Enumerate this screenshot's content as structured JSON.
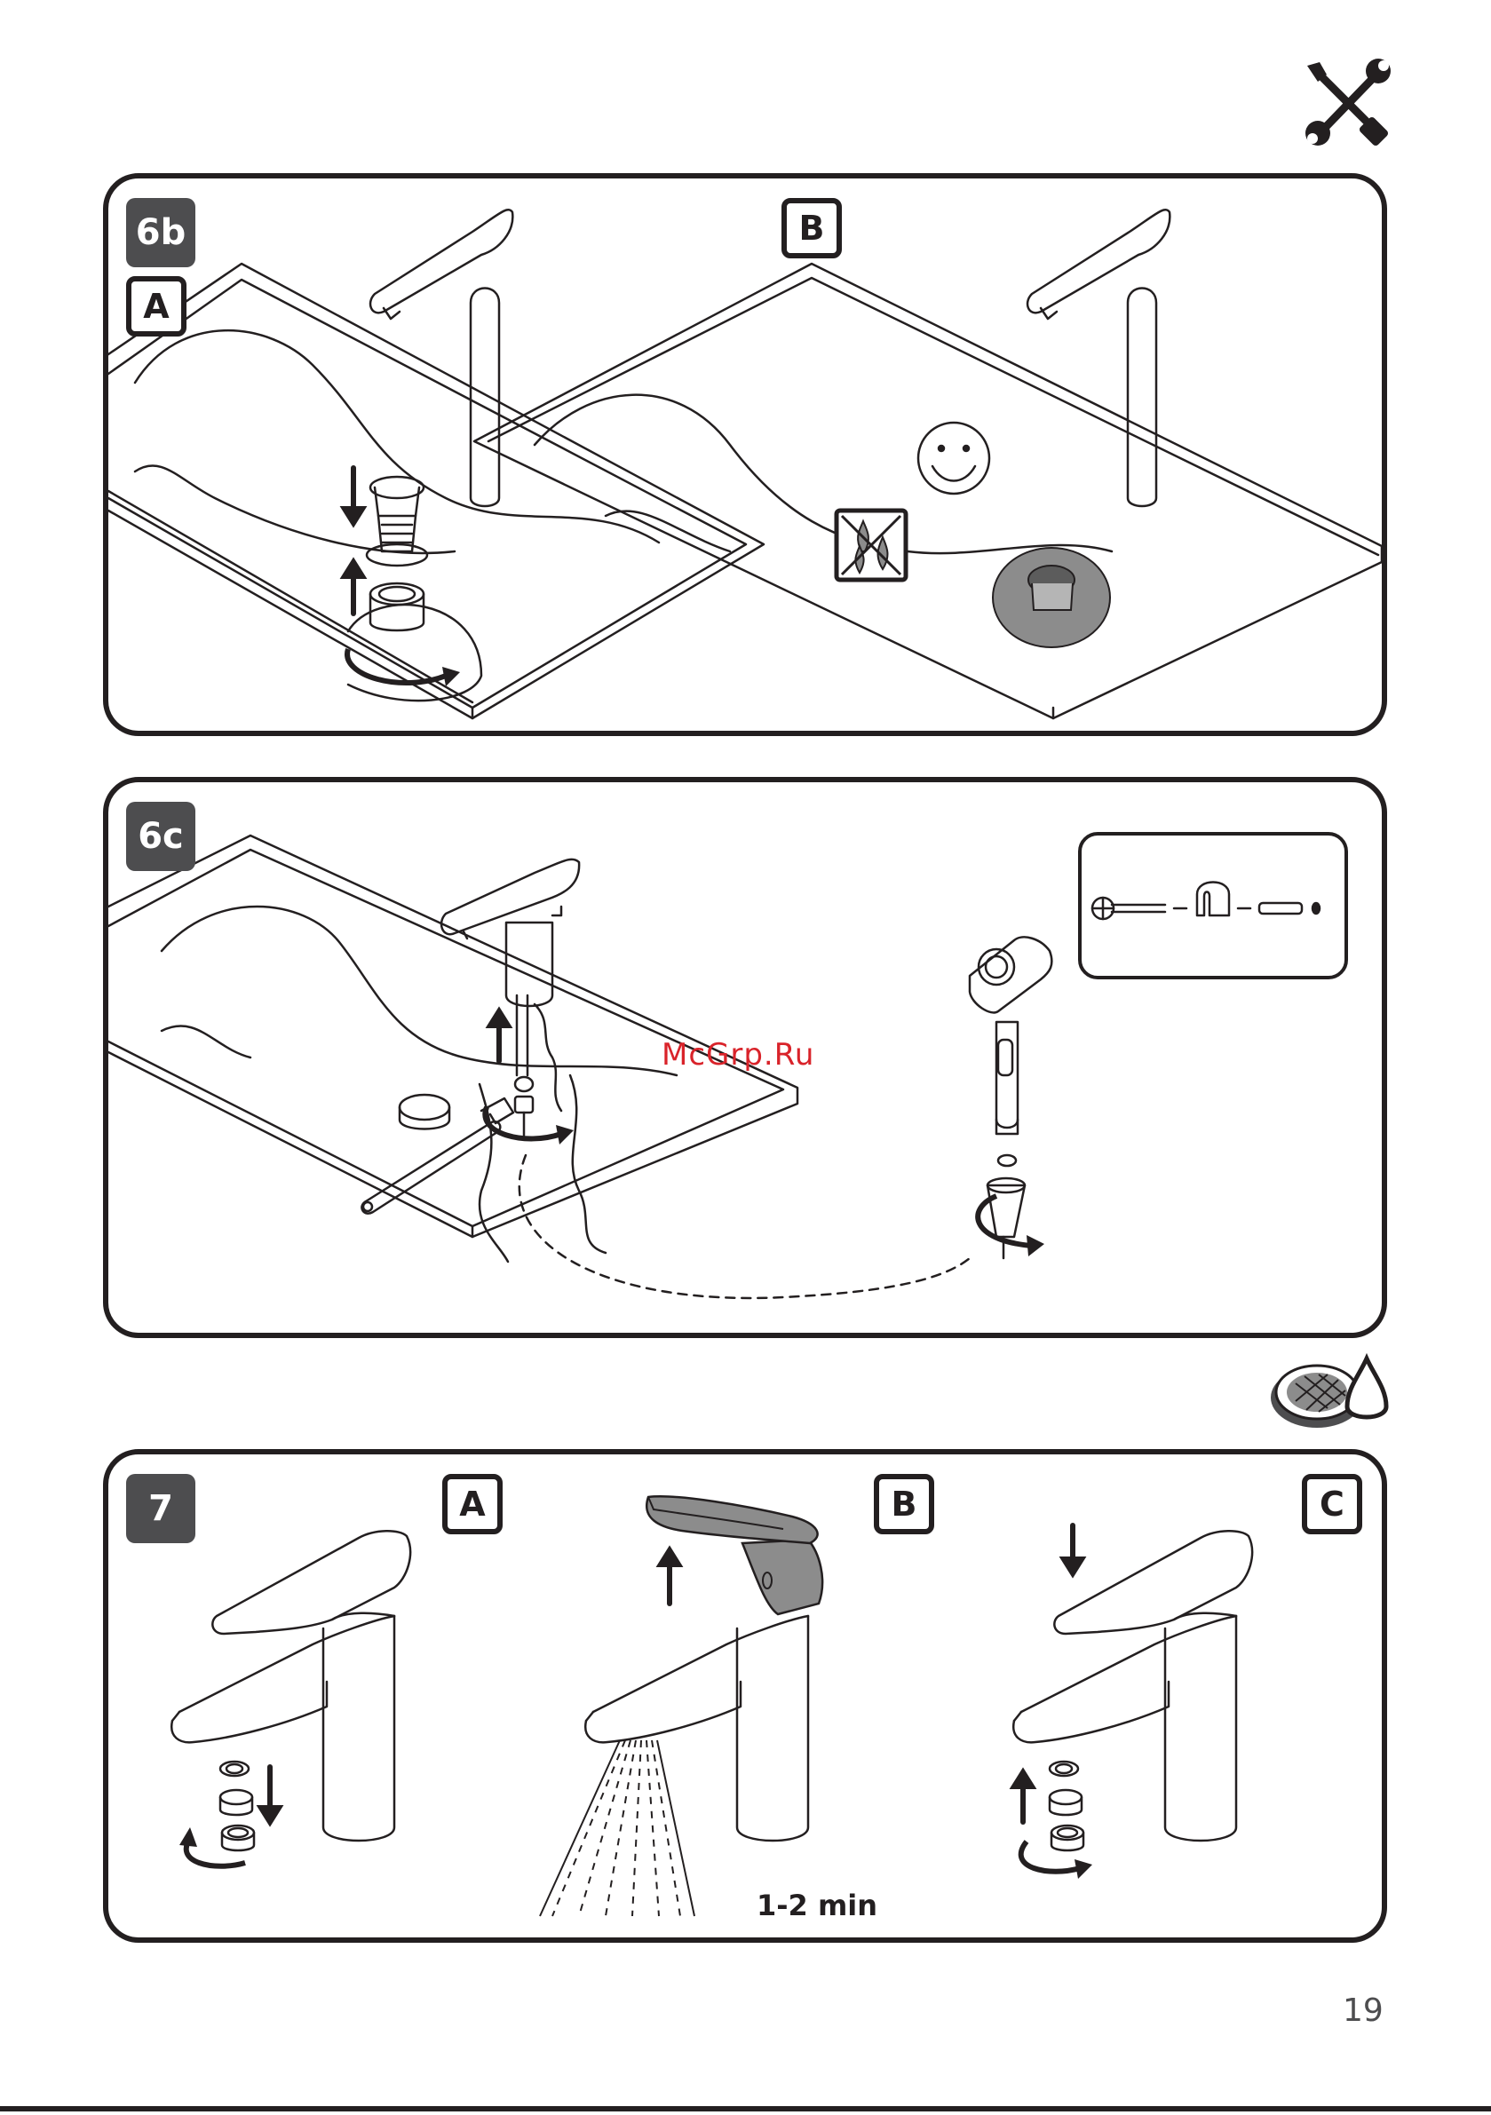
{
  "page": {
    "number": "19",
    "watermark": "McGrp.Ru"
  },
  "step_6b": {
    "badge": "6b",
    "sub_a": "A",
    "sub_b": "B"
  },
  "step_6c": {
    "badge": "6c"
  },
  "step_7": {
    "badge": "7",
    "sub_a": "A",
    "sub_b": "B",
    "sub_c": "C",
    "duration": "1-2 min"
  },
  "icons": {
    "tools": "tools-icon",
    "aerator": "aerator-cleaning-icon",
    "smiley": "smiley-icon",
    "no_drops": "no-leak-icon"
  },
  "colors": {
    "line": "#231f20",
    "badge_fill": "#4d4d4f",
    "highlight_gray": "#8c8c8c",
    "watermark": "#d9232a"
  }
}
